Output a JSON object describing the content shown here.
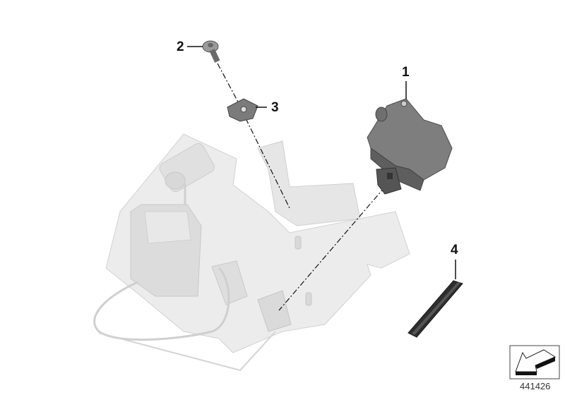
{
  "diagram": {
    "type": "parts-exploded-view",
    "image_id_label": "441426",
    "parts": [
      {
        "number": "1",
        "name": "actuator"
      },
      {
        "number": "2",
        "name": "screw"
      },
      {
        "number": "3",
        "name": "clip-nut"
      },
      {
        "number": "4",
        "name": "rubber-strip"
      }
    ],
    "colors": {
      "part_dark": "#4a4a4a",
      "part_mid": "#7a7a7a",
      "context_light": "#e4e4e4",
      "context_stroke": "#cfcfcf",
      "leader": "#111111"
    }
  }
}
